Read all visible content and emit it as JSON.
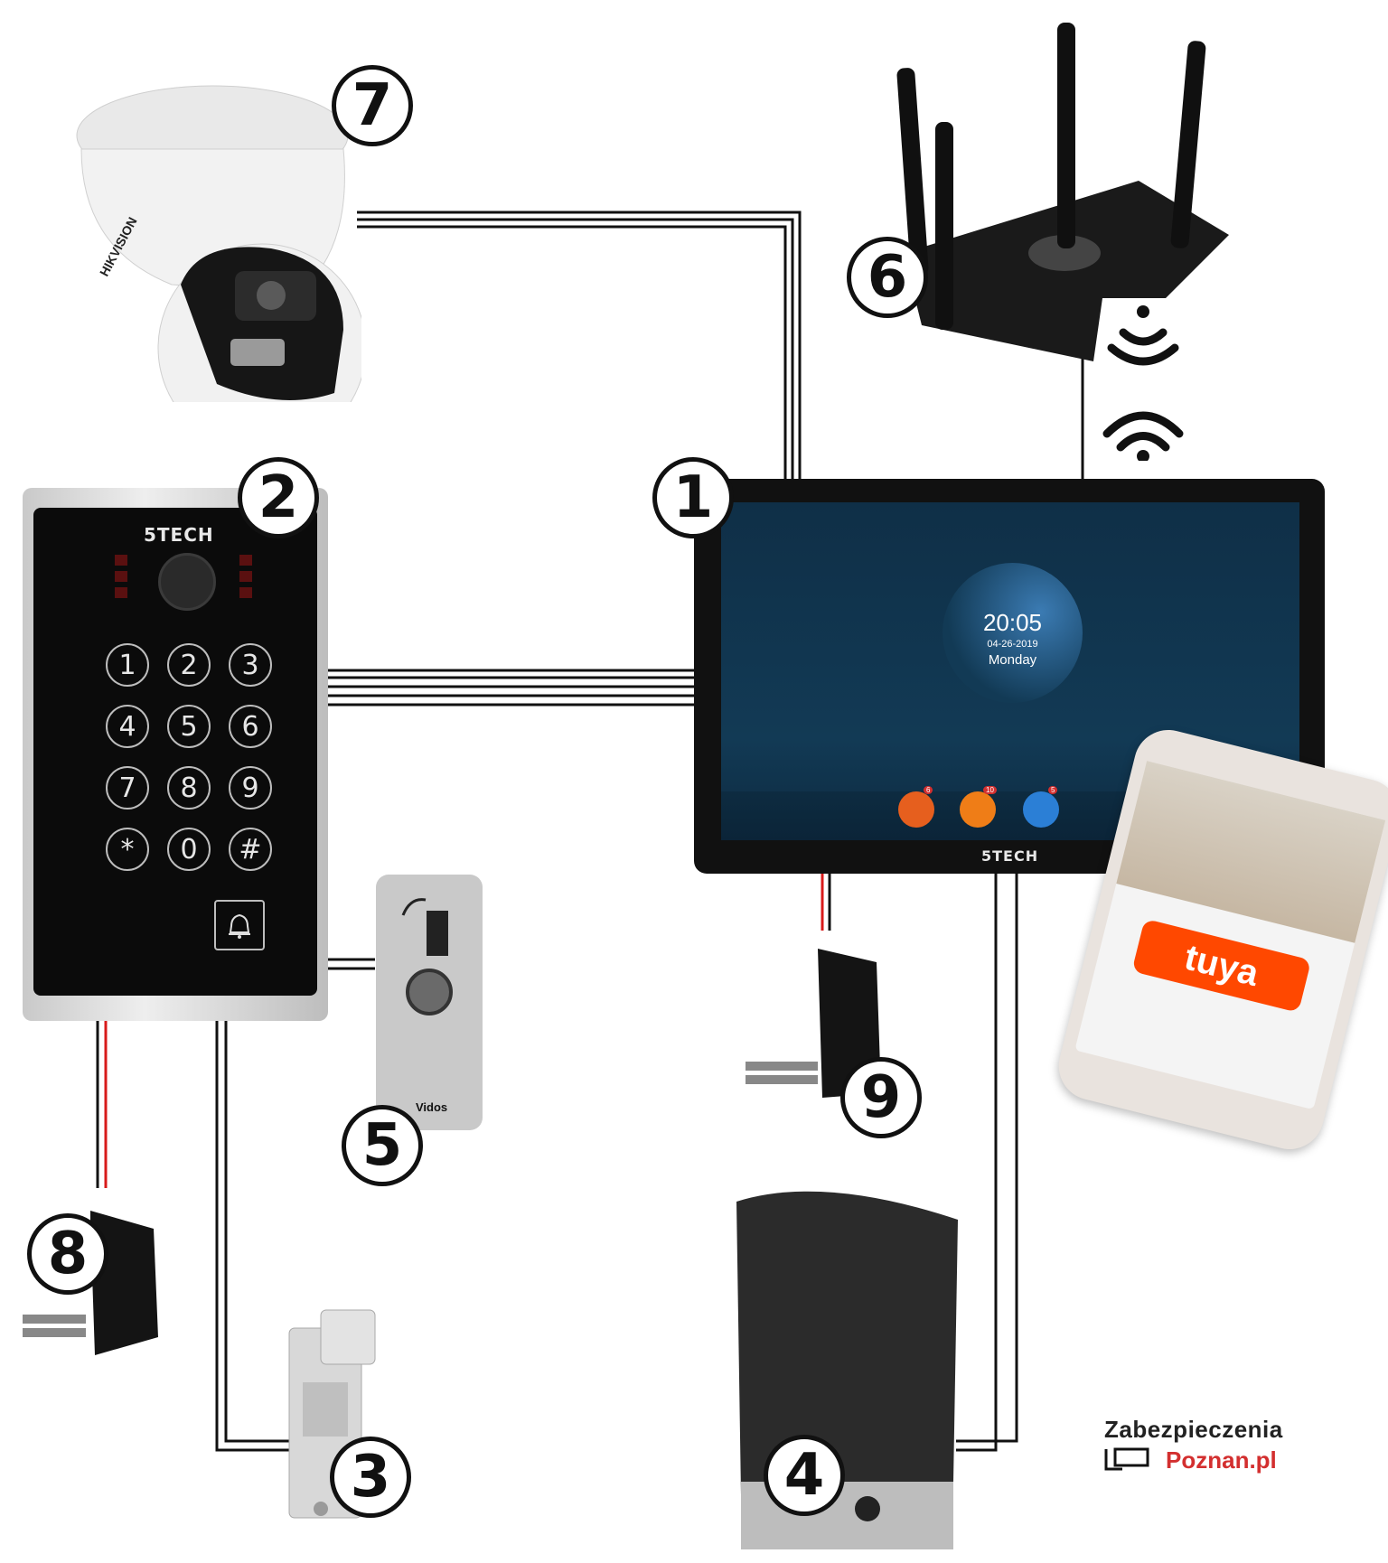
{
  "badges": {
    "monitor": "1",
    "keypad": "2",
    "lock": "3",
    "gate": "4",
    "exit_button": "5",
    "router": "6",
    "camera": "7",
    "psu_keypad": "8",
    "psu_monitor": "9"
  },
  "keypad": {
    "brand": "5TECH",
    "keys": [
      "1",
      "2",
      "3",
      "4",
      "5",
      "6",
      "7",
      "8",
      "9",
      "*",
      "0",
      "#"
    ],
    "bell_icon": "bell-icon"
  },
  "monitor": {
    "brand": "5TECH",
    "time": "20:05",
    "date": "04-26-2019",
    "weekday": "Monday",
    "icons": [
      {
        "name": "call-icon",
        "color": "#e65f1e",
        "count": "6"
      },
      {
        "name": "message-icon",
        "color": "#ef7d17",
        "count": "10"
      },
      {
        "name": "motion-icon",
        "color": "#2b7fd6",
        "count": "5"
      }
    ]
  },
  "camera": {
    "brand": "HIKVISION"
  },
  "exit_button": {
    "brand": "Vidos"
  },
  "phone": {
    "app_logo": "tuya"
  },
  "logo": {
    "line1": "Zabezpieczenia",
    "line2": "Poznan.pl"
  },
  "colors": {
    "wire": "#111111",
    "power_wire": "#d81b1b",
    "tuya": "#ff4800"
  }
}
